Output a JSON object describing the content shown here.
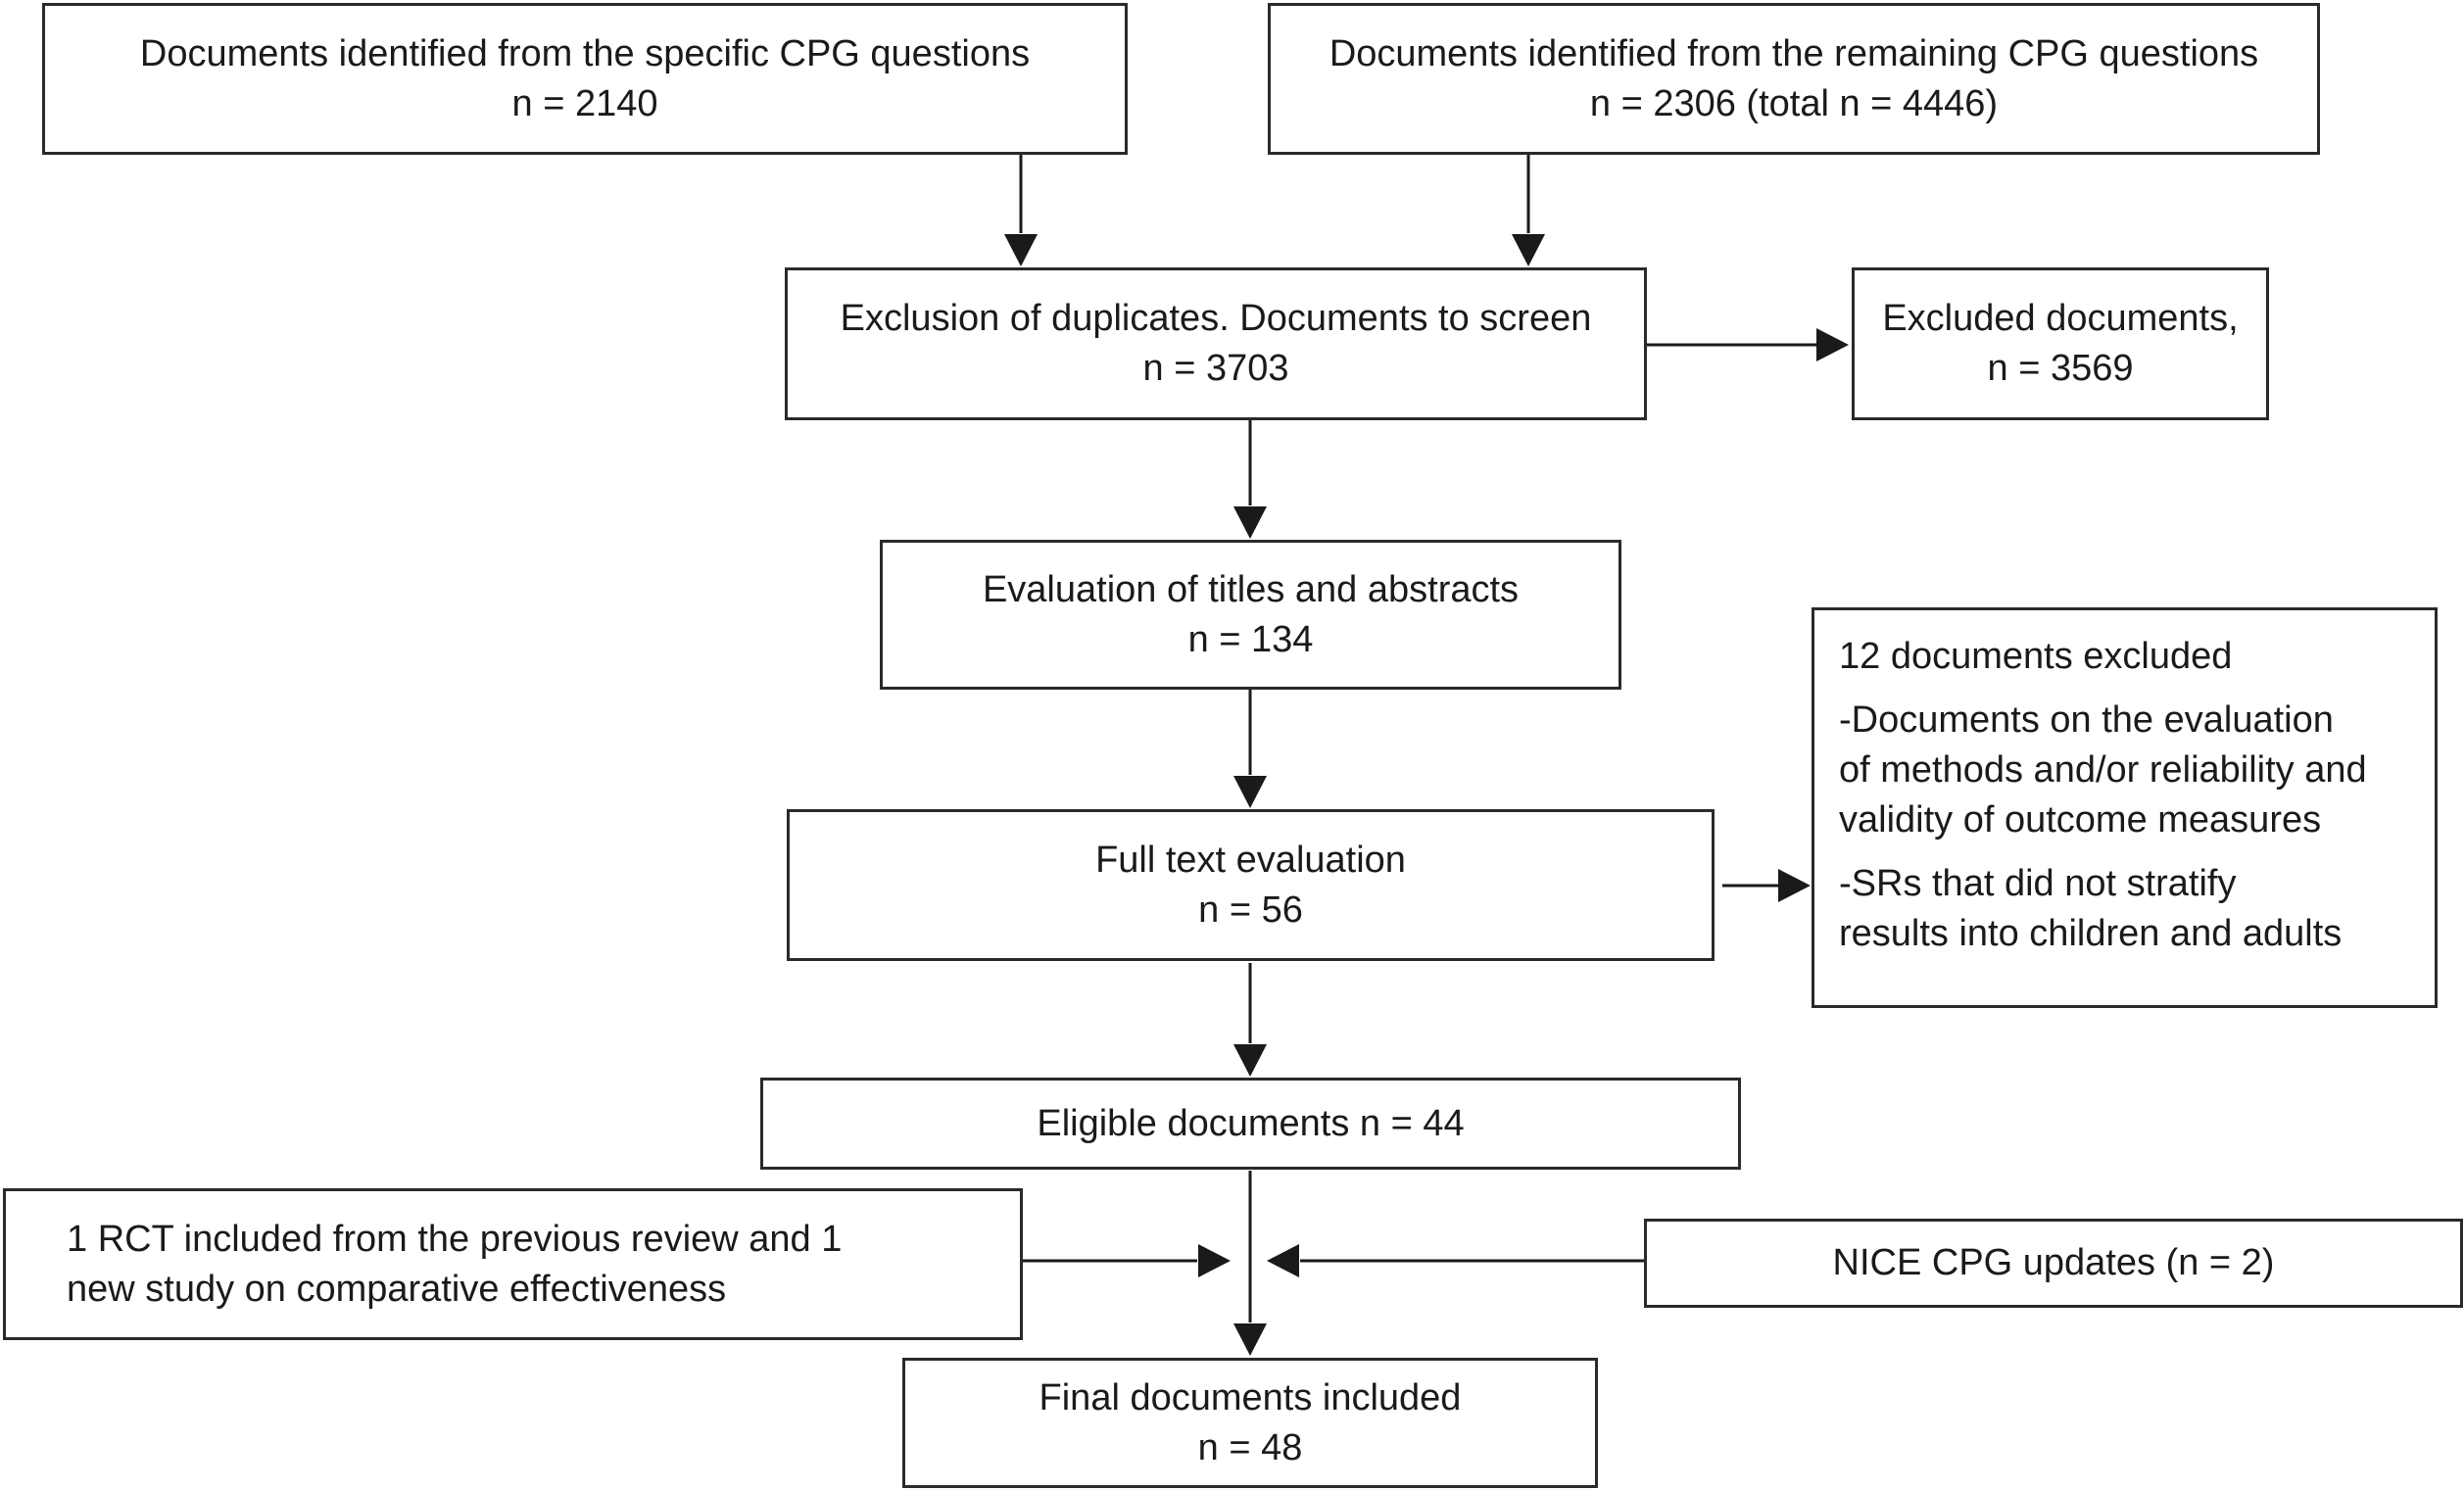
{
  "boxes": {
    "specific": {
      "line1": "Documents identified from the specific CPG questions",
      "line2": "n = 2140"
    },
    "remaining": {
      "line1": "Documents identified from the remaining CPG questions",
      "line2": "n = 2306 (total n = 4446)"
    },
    "duplicates": {
      "line1": "Exclusion of duplicates. Documents to screen",
      "line2": "n = 3703"
    },
    "excluded_docs": {
      "line1": "Excluded documents,",
      "line2": "n = 3569"
    },
    "titles": {
      "line1": "Evaluation of titles and abstracts",
      "line2": "n = 134"
    },
    "excluded12": {
      "heading": "12 documents excluded",
      "reason1": [
        "-Documents on the evaluation",
        "of methods and/or reliability and",
        "validity of outcome measures"
      ],
      "reason2": [
        "-SRs that did not stratify",
        "results into children and adults"
      ]
    },
    "fulltext": {
      "line1": "Full text evaluation",
      "line2": "n = 56"
    },
    "eligible": {
      "line1": "Eligible documents n = 44"
    },
    "rct": {
      "line1": "1 RCT included from the previous review and 1",
      "line2": "new study on comparative effectiveness"
    },
    "nice": {
      "line1": "NICE CPG updates (n = 2)"
    },
    "final": {
      "line1": "Final documents included",
      "line2": "n = 48"
    }
  }
}
